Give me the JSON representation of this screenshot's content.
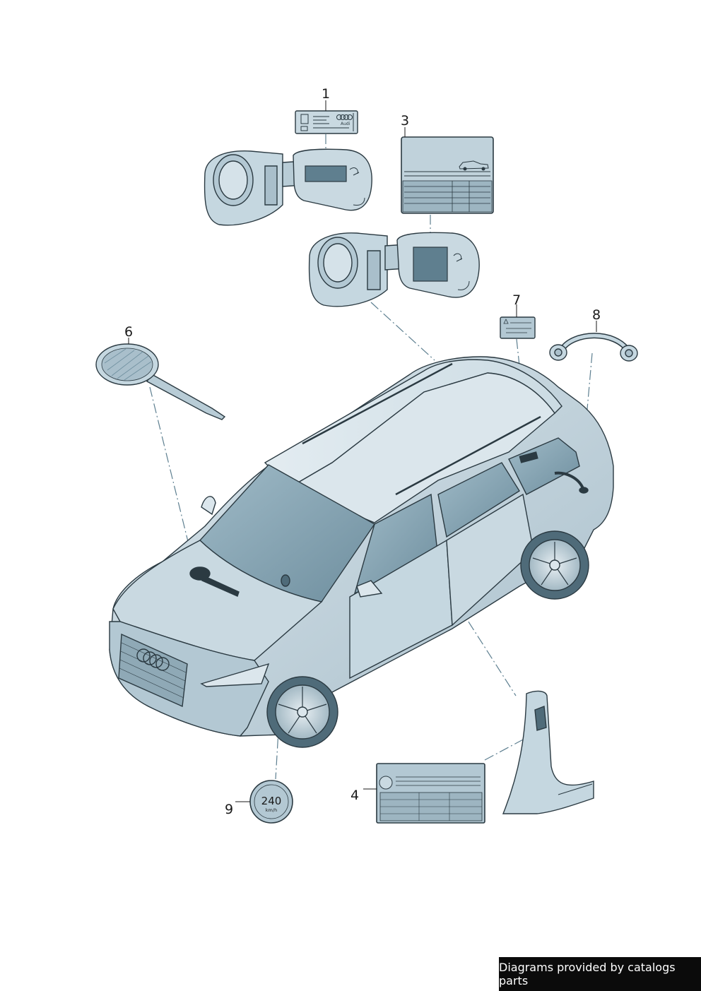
{
  "callouts": {
    "c1": "1",
    "c3": "3",
    "c4": "4",
    "c6": "6",
    "c7": "7",
    "c8": "8",
    "c9": "9"
  },
  "speed_sticker": {
    "value": "240",
    "unit": "km/h"
  },
  "label_1": {
    "brand": "Audi"
  },
  "footer": {
    "credit": "Diagrams provided by catalogs parts"
  },
  "colors": {
    "part_fill": "#c5d7e0",
    "part_fill_dark": "#8fa9b6",
    "outline": "#2b3a42",
    "glass": "#8fadbb",
    "leader": "#5d7f90"
  }
}
